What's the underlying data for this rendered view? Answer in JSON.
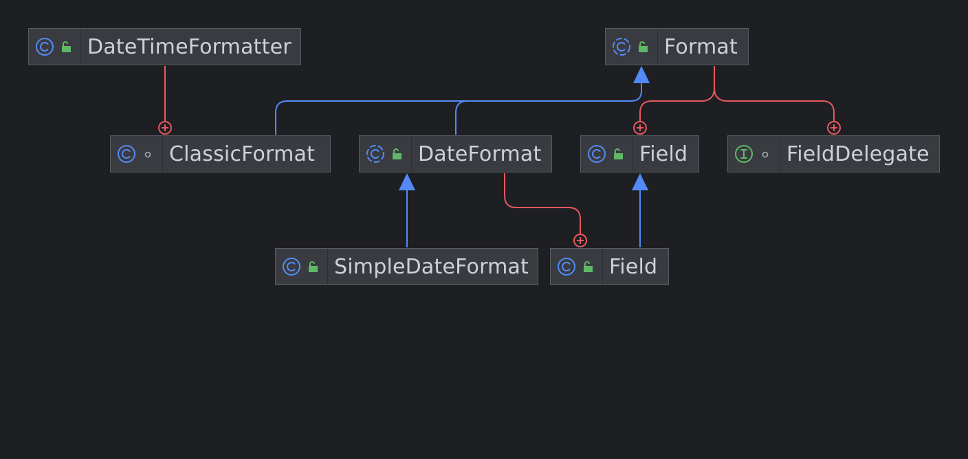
{
  "colors": {
    "background": "#1e1f22",
    "node_fill": "#393b40",
    "node_border": "#5a5d63",
    "node_text": "#cfd1d6",
    "class_icon": "#548af7",
    "interface_icon": "#5fb865",
    "public_lock": "#5fb865",
    "package_dot": "#a8abb2",
    "inheritance_edge": "#548af7",
    "inner_class_edge": "#e5595e"
  },
  "nodes": [
    {
      "id": "datetimeformatter",
      "label": "DateTimeFormatter",
      "kind": "class-icon",
      "visibility": "public-lock-icon"
    },
    {
      "id": "format",
      "label": "Format",
      "kind": "abstract-class-icon",
      "visibility": "public-lock-icon"
    },
    {
      "id": "classicformat",
      "label": "ClassicFormat",
      "kind": "class-icon",
      "visibility": "package-private-dot-icon"
    },
    {
      "id": "dateformat",
      "label": "DateFormat",
      "kind": "abstract-class-icon",
      "visibility": "public-lock-icon"
    },
    {
      "id": "field-format",
      "label": "Field",
      "kind": "class-icon",
      "visibility": "public-lock-icon"
    },
    {
      "id": "fielddelegate",
      "label": "FieldDelegate",
      "kind": "interface-icon",
      "visibility": "package-private-dot-icon"
    },
    {
      "id": "simpledateformat",
      "label": "SimpleDateFormat",
      "kind": "class-icon",
      "visibility": "public-lock-icon"
    },
    {
      "id": "field-dateformat",
      "label": "Field",
      "kind": "class-icon",
      "visibility": "public-lock-icon"
    }
  ],
  "edges": [
    {
      "from": "classicformat",
      "to": "datetimeformatter",
      "relation": "inner-class"
    },
    {
      "from": "classicformat",
      "to": "format",
      "relation": "extends"
    },
    {
      "from": "dateformat",
      "to": "format",
      "relation": "extends"
    },
    {
      "from": "field-format",
      "to": "format",
      "relation": "inner-class"
    },
    {
      "from": "fielddelegate",
      "to": "format",
      "relation": "inner-class"
    },
    {
      "from": "simpledateformat",
      "to": "dateformat",
      "relation": "extends"
    },
    {
      "from": "field-dateformat",
      "to": "dateformat",
      "relation": "inner-class"
    },
    {
      "from": "field-dateformat",
      "to": "field-format",
      "relation": "extends"
    }
  ]
}
